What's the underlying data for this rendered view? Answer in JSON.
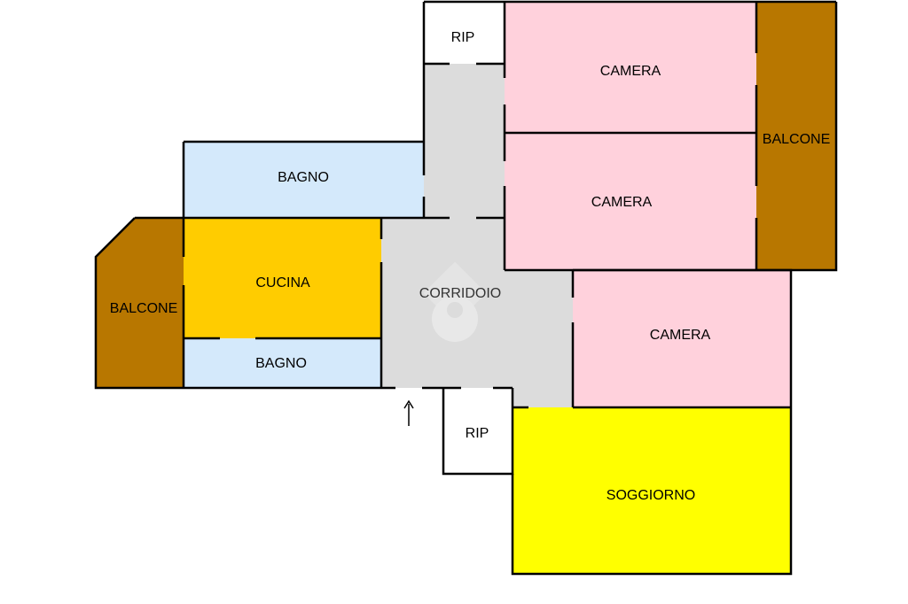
{
  "colors": {
    "bedroom": "#ffd1dc",
    "bathroom": "#d4e9fb",
    "kitchen": "#ffcc00",
    "balcony": "#b87700",
    "living": "#ffff00",
    "corridor": "#dcdcdc",
    "storage": "#ffffff",
    "wall": "#000000"
  },
  "rooms": {
    "rip_top": "RIP",
    "camera_1": "CAMERA",
    "camera_2": "CAMERA",
    "balcone_right": "BALCONE",
    "bagno_top": "BAGNO",
    "cucina": "CUCINA",
    "balcone_left": "BALCONE",
    "corridoio": "CORRIDOIO",
    "bagno_bottom": "BAGNO",
    "camera_3": "CAMERA",
    "rip_bottom": "RIP",
    "soggiorno": "SOGGIORNO"
  },
  "entrance_icon": "up-arrow-icon",
  "watermark_icon": "location-pin-icon"
}
